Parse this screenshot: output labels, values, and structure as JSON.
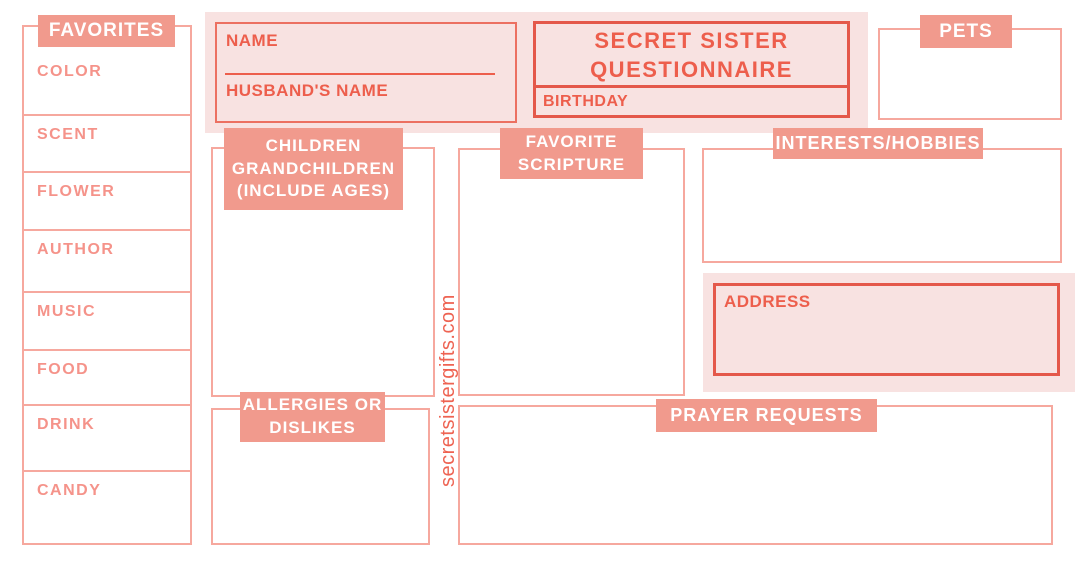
{
  "colors": {
    "label_fill": "#F19A8D",
    "pale_panel": "#F8E2E1",
    "heading_text": "#ED5E4C",
    "list_text": "#F5938A",
    "thin_border": "#F6A89E",
    "thick_border": "#E4584A",
    "label_text": "#FFFFFF"
  },
  "watermark": {
    "text": "secretsistergifts.com"
  },
  "favorites": {
    "header": "FAVORITES",
    "items": [
      "COLOR",
      "SCENT",
      "FLOWER",
      "AUTHOR",
      "MUSIC",
      "FOOD",
      "DRINK",
      "CANDY"
    ]
  },
  "identity": {
    "name_label": "NAME",
    "husband_name_label": "HUSBAND'S NAME"
  },
  "title": {
    "line1": "SECRET SISTER",
    "line2": "QUESTIONNAIRE",
    "birthday_label": "BIRTHDAY"
  },
  "pets": {
    "label": "PETS"
  },
  "children": {
    "line1": "CHILDREN",
    "line2": "GRANDCHILDREN",
    "line3": "(INCLUDE AGES)"
  },
  "scripture": {
    "line1": "FAVORITE",
    "line2": "SCRIPTURE"
  },
  "interests": {
    "label": "INTERESTS/HOBBIES"
  },
  "address": {
    "label": "ADDRESS"
  },
  "allergies": {
    "line1": "ALLERGIES OR",
    "line2": "DISLIKES"
  },
  "prayer": {
    "label": "PRAYER REQUESTS"
  }
}
